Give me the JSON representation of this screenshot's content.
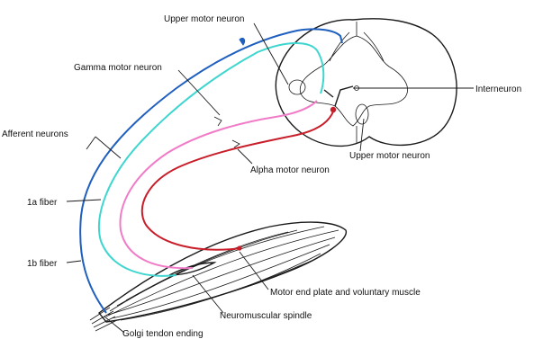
{
  "labels": {
    "upper_motor_neuron_top": "Upper motor neuron",
    "gamma_motor_neuron": "Gamma motor neuron",
    "interneuron": "Interneuron",
    "afferent_neurons": "Afferent neurons",
    "upper_motor_neuron_bottom": "Upper motor neuron",
    "alpha_motor_neuron": "Alpha motor neuron",
    "fiber_1a": "1a fiber",
    "fiber_1b": "1b fiber",
    "motor_end_plate": "Motor end plate and voluntary muscle",
    "neuromuscular_spindle": "Neuromuscular spindle",
    "golgi_tendon_ending": "Golgi tendon ending"
  },
  "colors": {
    "afferent_1b": "#1f5fbf",
    "afferent_1a": "#3fd6cf",
    "gamma": "#f07cc8",
    "alpha": "#c81e2a",
    "outline": "#1a1a1a"
  }
}
